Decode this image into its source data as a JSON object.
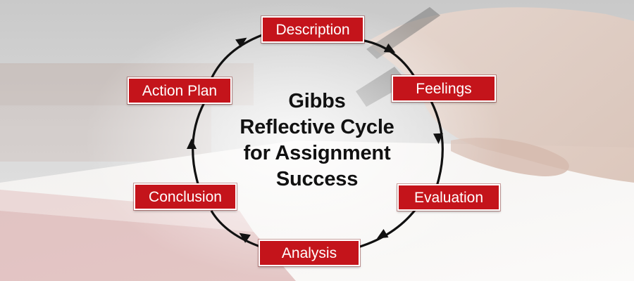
{
  "title_lines": [
    "Gibbs",
    "Reflective Cycle",
    "for Assignment",
    "Success"
  ],
  "stages": {
    "description": "Description",
    "feelings": "Feelings",
    "evaluation": "Evaluation",
    "analysis": "Analysis",
    "conclusion": "Conclusion",
    "action_plan": "Action Plan"
  },
  "colors": {
    "label_fill": "#c4141b",
    "label_border": "#ffffff",
    "label_text": "#ffffff",
    "cycle_line": "#111111",
    "title_text": "#111111"
  },
  "icons": [
    "hand-holding-pen-image",
    "cycle-arrow-icon"
  ]
}
